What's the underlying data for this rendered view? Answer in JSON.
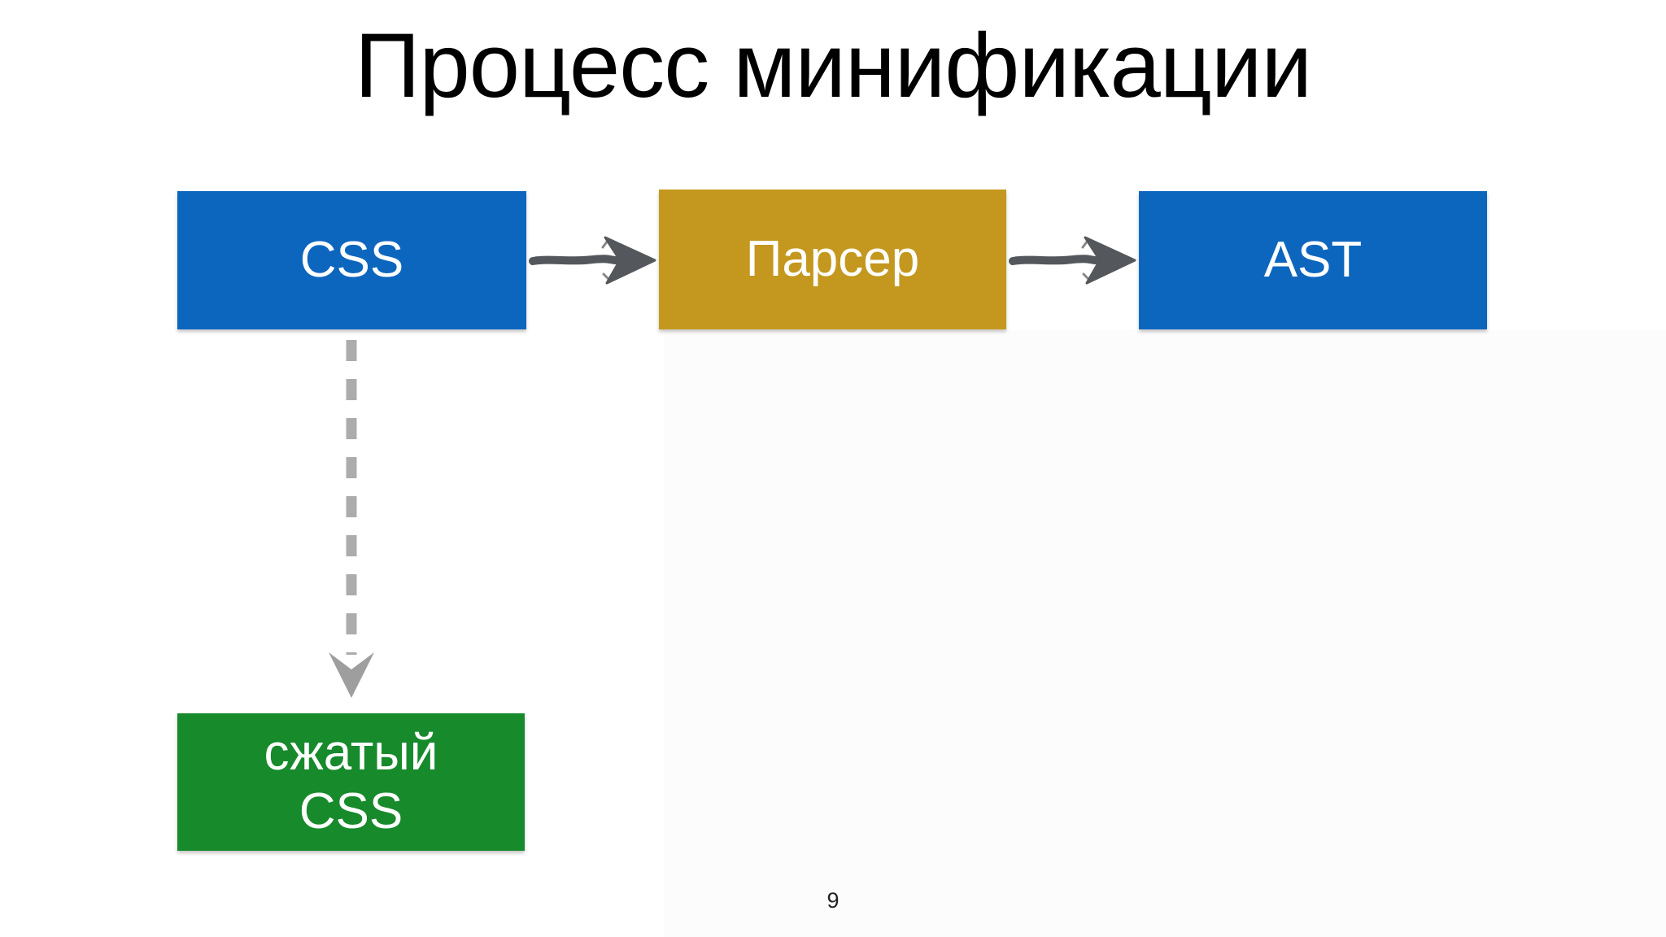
{
  "page": {
    "title": "Процесс минификации",
    "page_number": "9",
    "background_color": "#ffffff",
    "shade_color": "#fcfcfc"
  },
  "diagram": {
    "nodes": {
      "css": {
        "label": "CSS",
        "color": "#0d66be",
        "text_color": "#ffffff"
      },
      "parser": {
        "label": "Парсер",
        "color": "#c4981e",
        "text_color": "#ffffff"
      },
      "ast": {
        "label": "AST",
        "color": "#0d66be",
        "text_color": "#ffffff"
      },
      "minified": {
        "label_line1": "сжатый",
        "label_line2": "CSS",
        "color": "#178a2c",
        "text_color": "#ffffff"
      }
    },
    "edges": [
      {
        "from": "css",
        "to": "parser",
        "style": "sketch-solid",
        "direction": "right",
        "color": "#54575c"
      },
      {
        "from": "parser",
        "to": "ast",
        "style": "sketch-solid",
        "direction": "right",
        "color": "#54575c"
      },
      {
        "from": "css",
        "to": "minified",
        "style": "dashed",
        "direction": "down",
        "color": "#acacac",
        "head_color": "#9e9e9e"
      }
    ]
  }
}
